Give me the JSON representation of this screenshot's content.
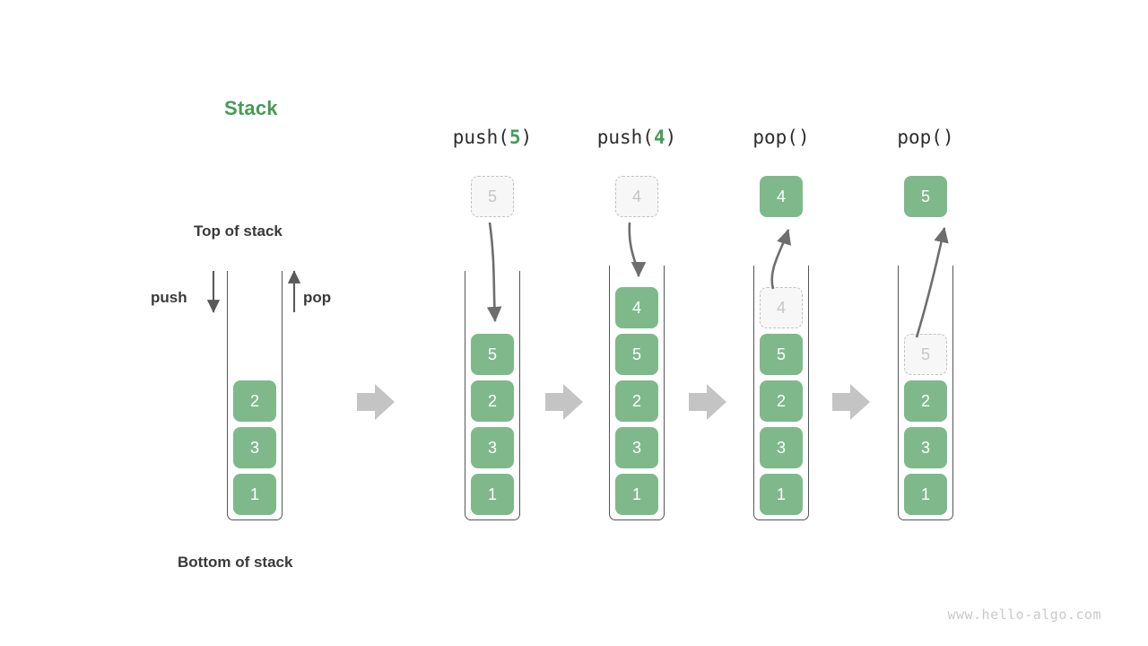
{
  "title": "Stack",
  "labels": {
    "top_of_stack": "Top of stack",
    "bottom_of_stack": "Bottom of stack",
    "push": "push",
    "pop": "pop"
  },
  "watermark": "www.hello-algo.com",
  "colors": {
    "accent_green": "#469b56",
    "cell_green": "#7fb98b",
    "ghost_fill": "#f7f7f7",
    "ghost_border": "#c2c2c2",
    "ghost_text": "#c6c6c6",
    "vessel_stroke": "#555555",
    "arrow_gray": "#6e6e6e",
    "separator_gray": "#c4c4c4",
    "text_dark": "#3a3a3a",
    "watermark_gray": "#c9c9c9"
  },
  "columns": [
    {
      "id": "initial",
      "op_label": "",
      "op_prefix": "",
      "op_arg": "",
      "op_suffix": "",
      "floating": null,
      "stack": [
        {
          "value": "2",
          "state": "solid"
        },
        {
          "value": "3",
          "state": "solid"
        },
        {
          "value": "1",
          "state": "solid"
        }
      ]
    },
    {
      "id": "push5",
      "op_label": "push(5)",
      "op_prefix": "push(",
      "op_arg": "5",
      "op_suffix": ")",
      "floating": {
        "value": "5",
        "state": "ghost",
        "direction": "into-stack"
      },
      "stack": [
        {
          "value": "5",
          "state": "solid"
        },
        {
          "value": "2",
          "state": "solid"
        },
        {
          "value": "3",
          "state": "solid"
        },
        {
          "value": "1",
          "state": "solid"
        }
      ]
    },
    {
      "id": "push4",
      "op_label": "push(4)",
      "op_prefix": "push(",
      "op_arg": "4",
      "op_suffix": ")",
      "floating": {
        "value": "4",
        "state": "ghost",
        "direction": "into-stack"
      },
      "stack": [
        {
          "value": "4",
          "state": "solid"
        },
        {
          "value": "5",
          "state": "solid"
        },
        {
          "value": "2",
          "state": "solid"
        },
        {
          "value": "3",
          "state": "solid"
        },
        {
          "value": "1",
          "state": "solid"
        }
      ]
    },
    {
      "id": "pop1",
      "op_label": "pop()",
      "op_prefix": "pop(",
      "op_arg": "",
      "op_suffix": ")",
      "floating": {
        "value": "4",
        "state": "solid",
        "direction": "out-of-stack"
      },
      "stack": [
        {
          "value": "4",
          "state": "ghost"
        },
        {
          "value": "5",
          "state": "solid"
        },
        {
          "value": "2",
          "state": "solid"
        },
        {
          "value": "3",
          "state": "solid"
        },
        {
          "value": "1",
          "state": "solid"
        }
      ]
    },
    {
      "id": "pop2",
      "op_label": "pop()",
      "op_prefix": "pop(",
      "op_arg": "",
      "op_suffix": ")",
      "floating": {
        "value": "5",
        "state": "solid",
        "direction": "out-of-stack"
      },
      "stack": [
        {
          "value": "5",
          "state": "ghost"
        },
        {
          "value": "2",
          "state": "solid"
        },
        {
          "value": "3",
          "state": "solid"
        },
        {
          "value": "1",
          "state": "solid"
        }
      ]
    }
  ],
  "separators": [
    "arrow-right-icon",
    "arrow-right-icon",
    "arrow-right-icon",
    "arrow-right-icon"
  ]
}
